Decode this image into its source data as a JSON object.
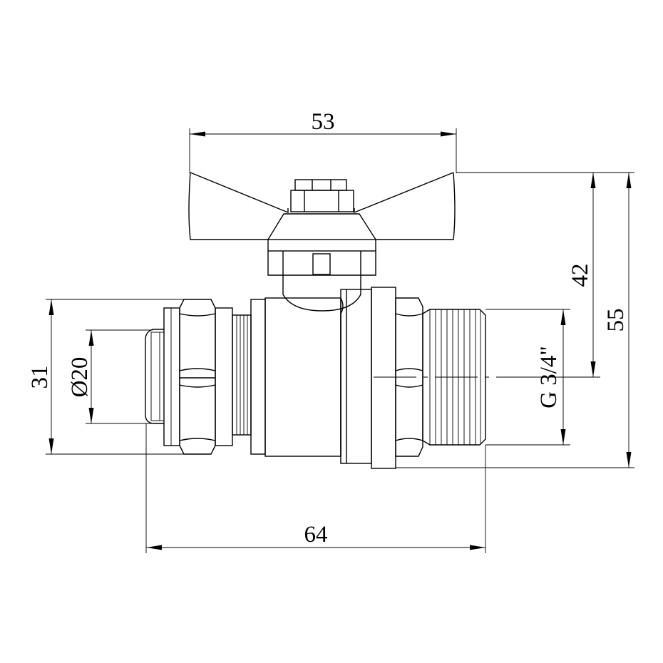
{
  "dimensions": {
    "handle_width": "53",
    "stem_height": "42",
    "total_height": "55",
    "nut_height": "31",
    "pipe_diameter": "Ø20",
    "thread_size": "G 3/4\"",
    "total_length": "64"
  }
}
